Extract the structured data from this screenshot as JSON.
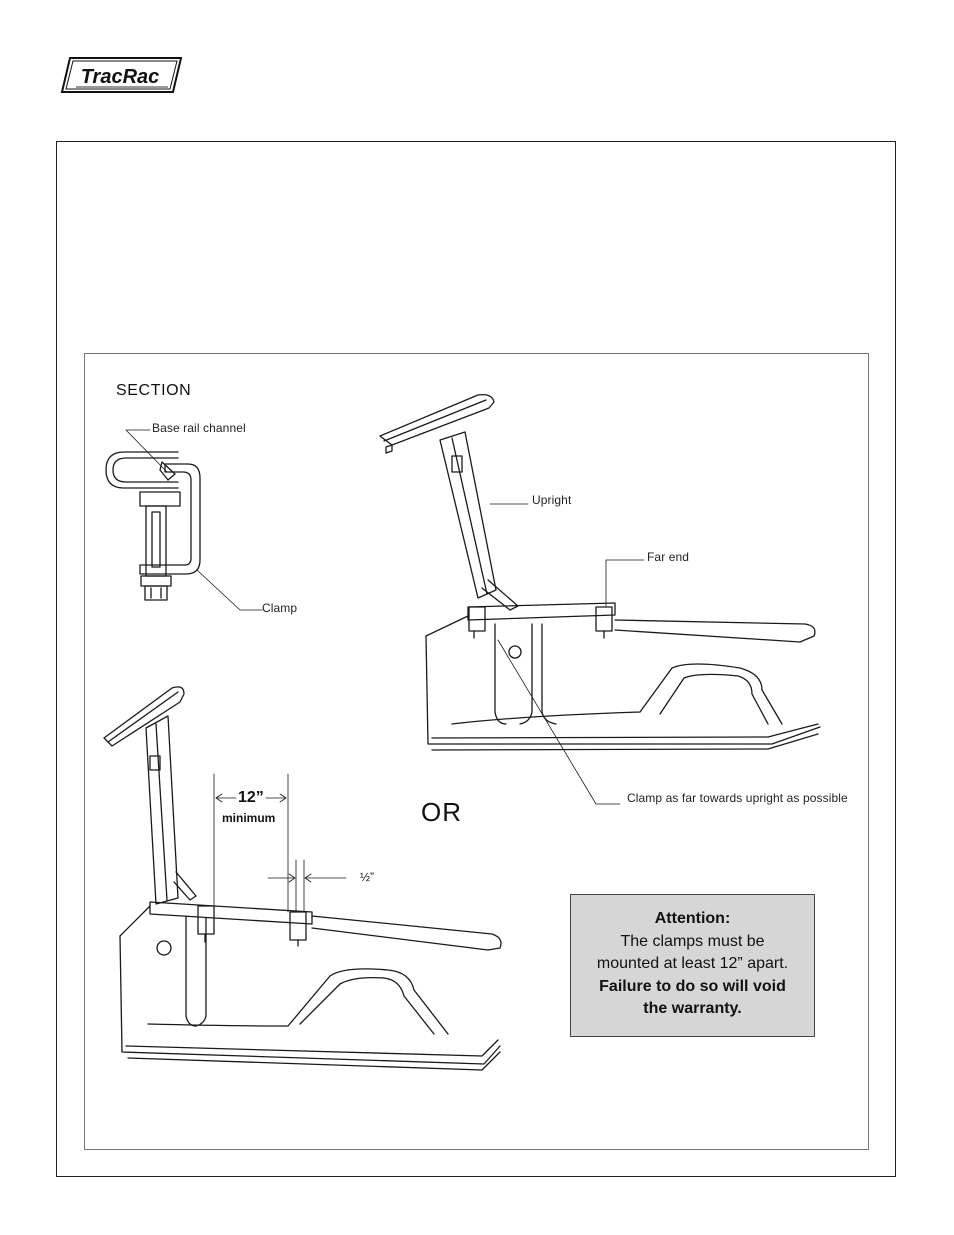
{
  "header": {
    "logo_text": "TracRac"
  },
  "diagram": {
    "section_label": "SECTION",
    "callouts": {
      "base_rail_channel": "Base rail channel",
      "clamp": "Clamp",
      "upright": "Upright",
      "far_end": "Far end",
      "clamp_position": "Clamp as far towards upright as possible"
    },
    "or_label": "OR",
    "dimensions": {
      "spacing": "12”",
      "spacing_note": "minimum",
      "offset": "½”"
    }
  },
  "attention": {
    "title": "Attention:",
    "line1": "The clamps must be",
    "line2": "mounted at least 12” apart.",
    "warning1": "Failure to do so will void",
    "warning2": "the warranty."
  },
  "colors": {
    "frame": "#222222",
    "attention_bg": "#d6d6d6",
    "line_art": "#1a1a1a"
  }
}
